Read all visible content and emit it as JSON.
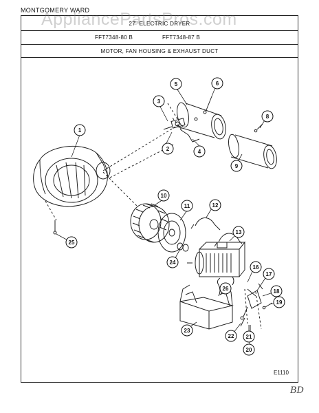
{
  "header": {
    "brand": "MONTGOMERY WARD",
    "model_title": "27\" ELECTRIC DRYER",
    "model_numbers": [
      "FFT7348-80 B",
      "FFT7348-87 B"
    ],
    "section_title": "MOTOR, FAN HOUSING & EXHAUST DUCT"
  },
  "watermark": "AppliancePartsPros.com",
  "diagram_code": "E1110",
  "handwritten_note": "BD",
  "callouts": [
    "1",
    "2",
    "3",
    "4",
    "5",
    "6",
    "8",
    "9",
    "10",
    "11",
    "12",
    "13",
    "16",
    "17",
    "18",
    "19",
    "20",
    "21",
    "22",
    "23",
    "24",
    "25",
    "26"
  ]
}
